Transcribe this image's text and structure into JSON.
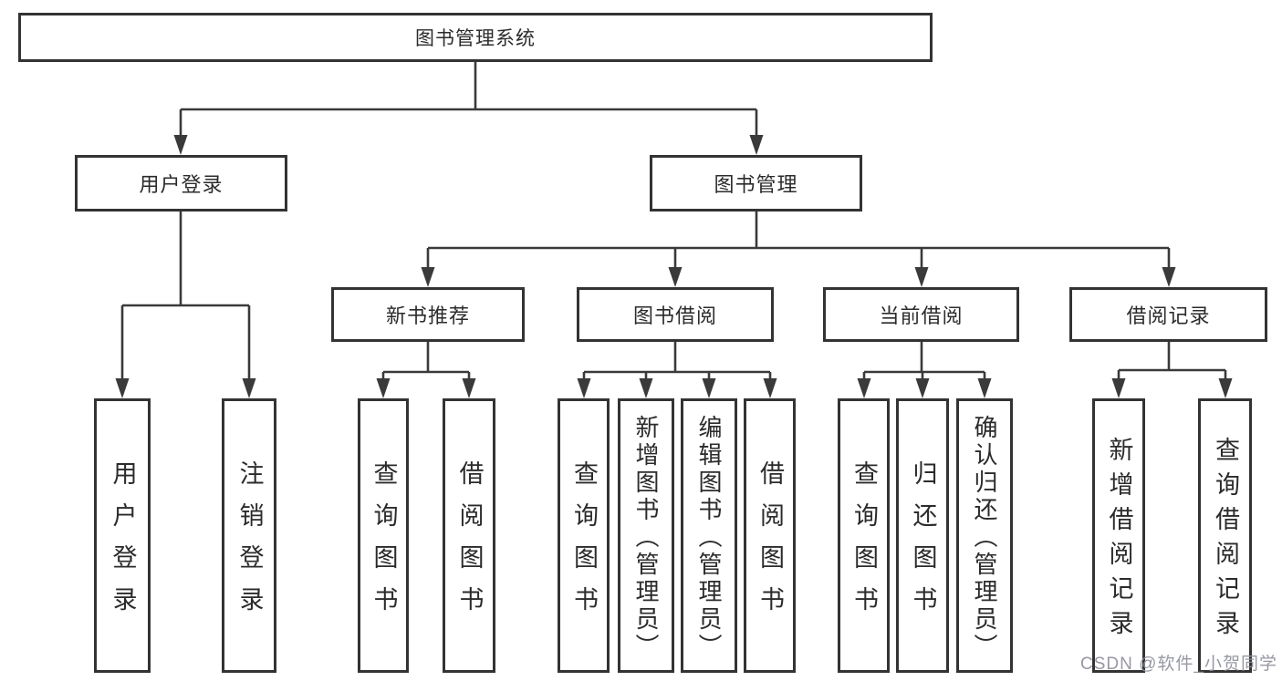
{
  "diagram": {
    "root": {
      "label": "图书管理系统"
    },
    "level2": {
      "user_login": {
        "label": "用户登录"
      },
      "book_management": {
        "label": "图书管理"
      }
    },
    "level3": {
      "new_book_recommend": {
        "label": "新书推荐"
      },
      "book_borrow": {
        "label": "图书借阅"
      },
      "current_borrow": {
        "label": "当前借阅"
      },
      "borrow_records": {
        "label": "借阅记录"
      }
    },
    "leaves": {
      "user_login": {
        "label": "用户登录"
      },
      "logout": {
        "label": "注销登录"
      },
      "query_books_1": {
        "label": "查询图书"
      },
      "borrow_books_1": {
        "label": "借阅图书"
      },
      "query_books_2": {
        "label": "查询图书"
      },
      "add_book_admin": {
        "label": "新增图书（管理员）"
      },
      "edit_book_admin": {
        "label": "编辑图书（管理员）"
      },
      "borrow_books_2": {
        "label": "借阅图书"
      },
      "query_books_3": {
        "label": "查询图书"
      },
      "return_book": {
        "label": "归还图书"
      },
      "confirm_return_admin": {
        "label": "确认归还（管理员）"
      },
      "add_borrow_record": {
        "label": "新增借阅记录"
      },
      "query_borrow_record": {
        "label": "查询借阅记录"
      }
    }
  },
  "watermark": {
    "text": "CSDN @软件_小贺同学"
  },
  "colors": {
    "line": "#3a3a3a",
    "box_border": "#333333",
    "text": "#2b2b2b",
    "watermark": "#8e8f9c",
    "background": "#ffffff"
  }
}
